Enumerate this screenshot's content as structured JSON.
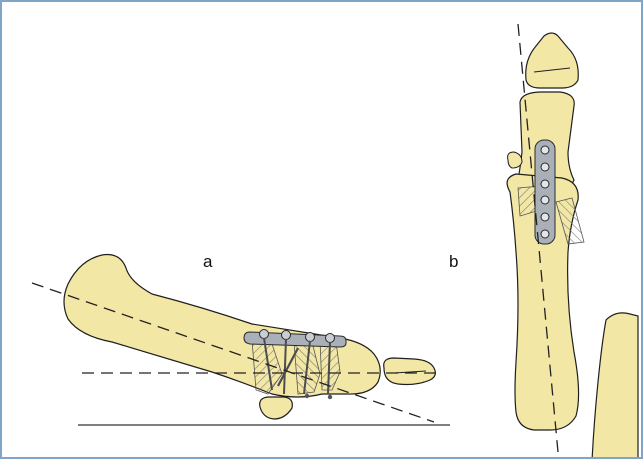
{
  "figure": {
    "panels": [
      {
        "id": "a",
        "label": "a",
        "view": "lateral"
      },
      {
        "id": "b",
        "label": "b",
        "view": "dorsal"
      }
    ],
    "colors": {
      "border": "#7fa6c8",
      "bone_fill": "#f3e7a6",
      "bone_stroke": "#1f1f1f",
      "plate_fill": "#a9b0b8",
      "screw_fill": "#6d747c",
      "line": "#222222"
    }
  }
}
